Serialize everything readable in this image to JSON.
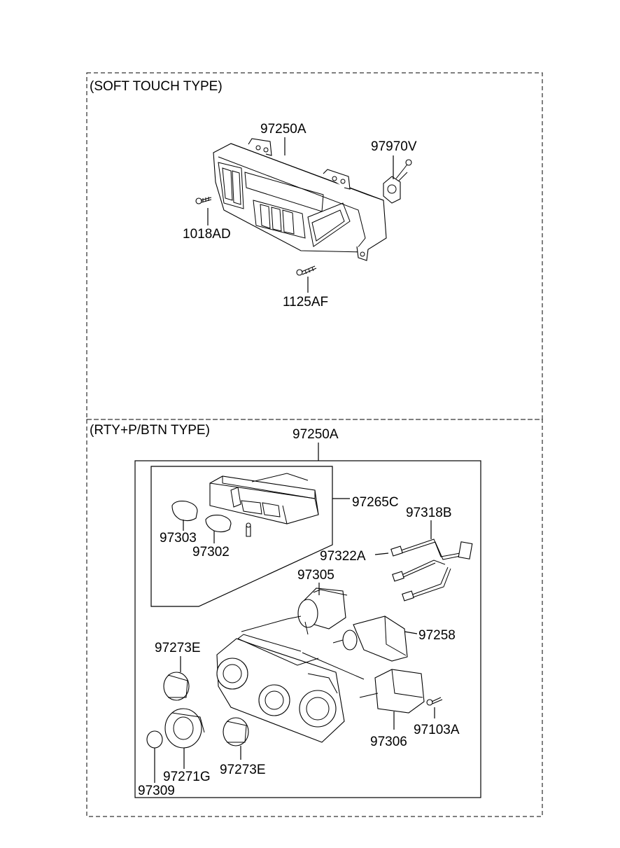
{
  "sections": [
    {
      "title": "(SOFT TOUCH TYPE)",
      "parts": [
        "97250A",
        "97970V",
        "1018AD",
        "1125AF"
      ]
    },
    {
      "title": "(RTY+P/BTN TYPE)",
      "parts": [
        "97250A",
        "97265C",
        "97318B",
        "97303",
        "97302",
        "97322A",
        "97305",
        "97258",
        "97273E",
        "97306",
        "97103A",
        "97271G",
        "97273E",
        "97309"
      ]
    }
  ]
}
